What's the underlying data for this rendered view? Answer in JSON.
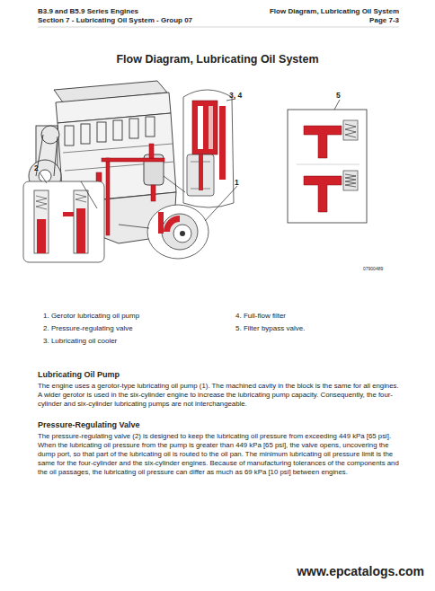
{
  "diagram": {
    "title": "Flow Diagram, Lubricating Oil System",
    "labels": [
      "B3.9 and B5.9 Series Engines",
      "Section 7 - Lubricating Oil System - Group 07",
      "Flow Diagram, Lubricating Oil System",
      "Page 7-3",
      "3, 4",
      "5",
      "2",
      "1",
      "07900489",
      "1. Gerotor lubricating oil pump",
      "2. Pressure-regulating valve",
      "3. Lubricating oil cooler",
      "4. Full-flow filter",
      "5. Filter bypass valve.",
      "Lubricating Oil Pump",
      "The engine uses a gerotor-type lubricating oil pump (1). The machined cavity in the block is the same for all engines. A wider gerotor is used in the six-cylinder engine to increase the lubricating pump capacity. Consequently, the four-cylinder and six-cylinder lubricating pumps are not interchangeable.",
      "Pressure-Regulating Valve",
      "The pressure-regulating valve (2) is designed to keep the lubricating oil pressure from exceeding 449 kPa [65 psi]. When the lubricating oil pressure from the pump is greater than 449 kPa [65 psi], the valve opens, uncovering the dump port, so that part of the lubricating oil is routed to the oil pan. The minimum lubricating oil pressure limit is the same for the four-cylinder and the six-cylinder engines. Because of manufacturing tolerances of the components and the oil passages, the lubricating oil pressure can differ as much as 69 kPa [10 psi] between engines.",
      "www.epcatalogs.com"
    ]
  }
}
